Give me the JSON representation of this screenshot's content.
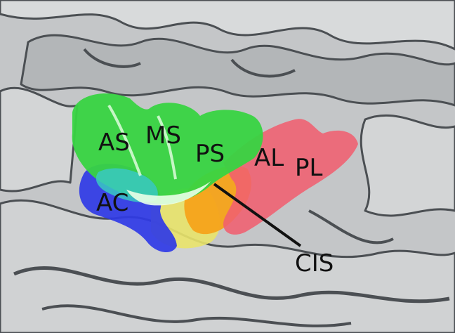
{
  "regions": [
    {
      "id": "as",
      "label": "AS",
      "color": "#2fd23a"
    },
    {
      "id": "ms",
      "label": "MS",
      "color": "#3ad846"
    },
    {
      "id": "ps",
      "label": "PS",
      "color": "#42d94a"
    },
    {
      "id": "al",
      "label": "AL",
      "color": "#f06070"
    },
    {
      "id": "pl",
      "label": "PL",
      "color": "#f26676"
    },
    {
      "id": "ac",
      "label": "AC",
      "color": "#2f3ae6"
    },
    {
      "id": "cis",
      "label": "CIS",
      "color": "#f5a31a"
    }
  ],
  "colors": {
    "brain_light": "#d3d5d6",
    "brain_mid": "#b3b6b8",
    "brain_dark": "#7d8184",
    "sulcus": "#4b4f53",
    "yellow_region": "#e9e36a",
    "cyan_blend": "#39c8c2"
  }
}
